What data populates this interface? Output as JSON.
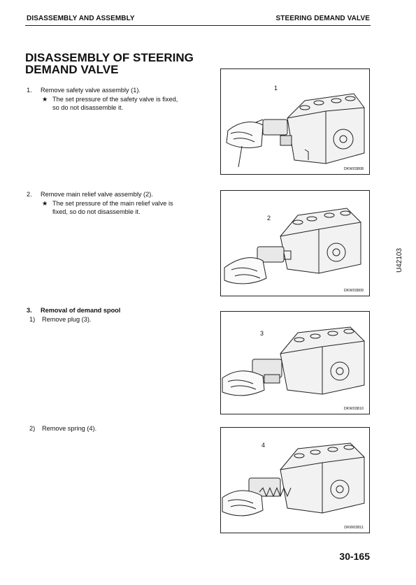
{
  "header": {
    "left": "DISASSEMBLY AND ASSEMBLY",
    "right": "STEERING DEMAND VALVE"
  },
  "title_line1": "DISASSEMBLY OF STEERING",
  "title_line2": "DEMAND VALVE",
  "steps": [
    {
      "num": "1.",
      "text": "Remove safety valve assembly (1).",
      "note_line1": "The set pressure of the safety valve is fixed,",
      "note_line2": "so do not disassemble it.",
      "figure_code": "DKW03808",
      "callout": "1"
    },
    {
      "num": "2.",
      "text": "Remove main relief valve assembly (2).",
      "note_line1": "The set pressure of the main relief valve is",
      "note_line2": "fixed, so do not disassemble it.",
      "figure_code": "DKW03809",
      "callout": "2"
    },
    {
      "num": "3.",
      "text": "Removal of demand spool",
      "sub1_num": "1)",
      "sub1_text": "Remove plug (3).",
      "figure_code": "DKW03810",
      "callout": "3"
    },
    {
      "sub2_num": "2)",
      "sub2_text": "Remove spring (4).",
      "figure_code": "DKW03811",
      "callout": "4"
    }
  ],
  "note_symbol": "★",
  "side_code": "U42103",
  "page_number": "30-165"
}
